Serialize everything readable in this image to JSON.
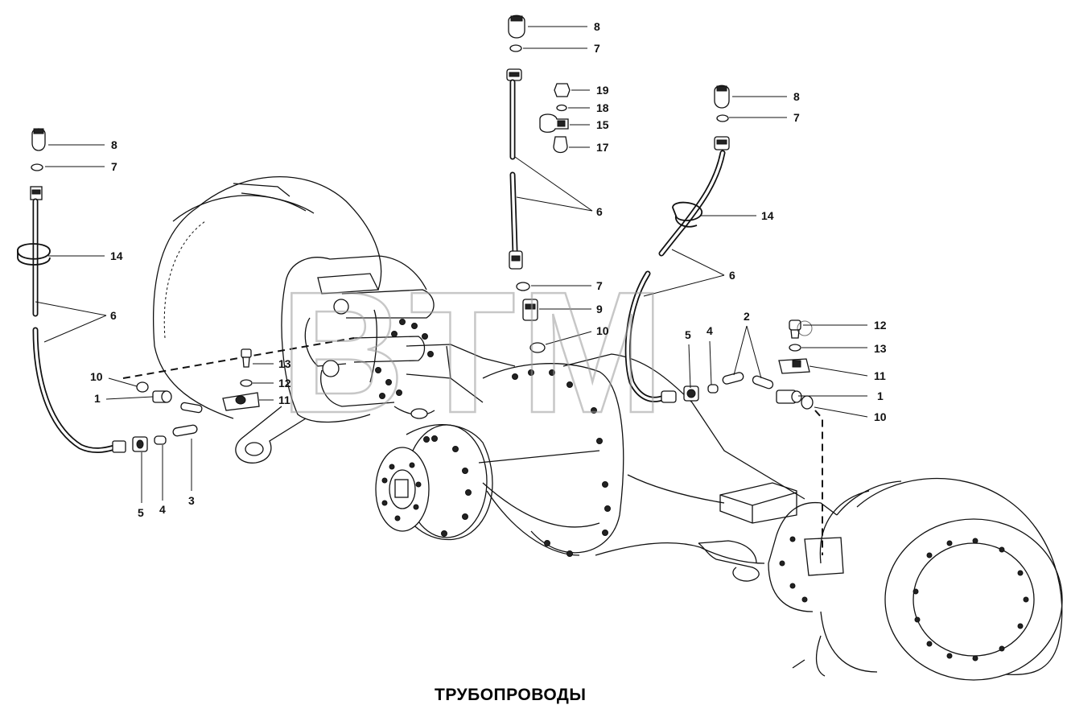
{
  "title": "ТРУБОПРОВОДЫ",
  "watermark": "BTM",
  "labels": {
    "l8a": "8",
    "l7a": "7",
    "l14a": "14",
    "l6a": "6",
    "l10a": "10",
    "l1a": "1",
    "l5a": "5",
    "l4a": "4",
    "l3a": "3",
    "l13a": "13",
    "l12a": "12",
    "l11a": "11",
    "l8b": "8",
    "l7b": "7",
    "l19": "19",
    "l18": "18",
    "l15": "15",
    "l17": "17",
    "l6b": "6",
    "l7c": "7",
    "l9": "9",
    "l10b": "10",
    "l8c": "8",
    "l7d": "7",
    "l14b": "14",
    "l6c": "6",
    "l5b": "5",
    "l4b": "4",
    "l2": "2",
    "l12b": "12",
    "l13b": "13",
    "l11b": "11",
    "l1b": "1",
    "l10c": "10"
  }
}
